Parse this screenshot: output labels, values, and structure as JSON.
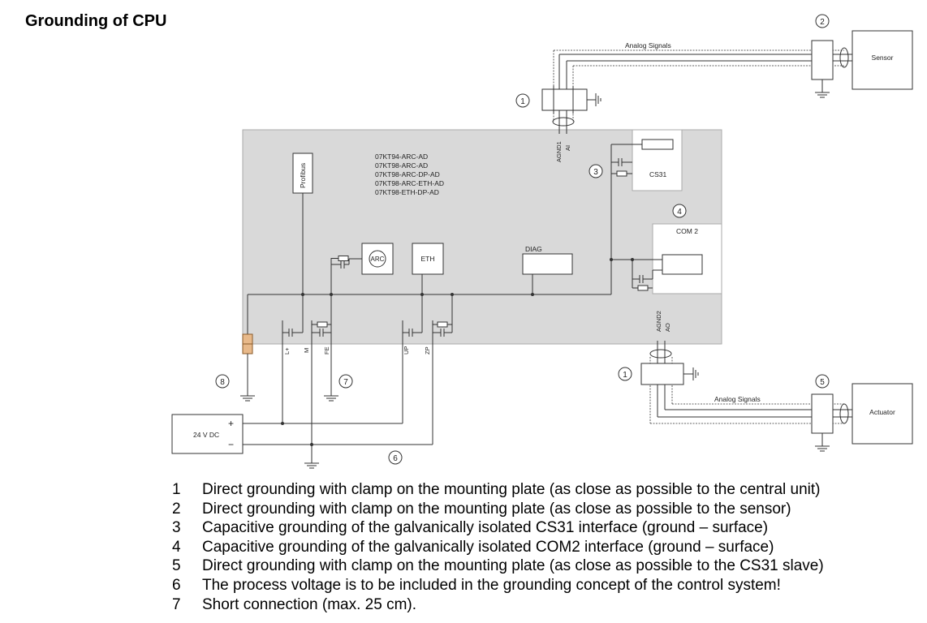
{
  "title": "Grounding of CPU",
  "diagram": {
    "models": [
      "07KT94-ARC-AD",
      "07KT98-ARC-AD",
      "07KT98-ARC-DP-AD",
      "07KT98-ARC-ETH-AD",
      "07KT98-ETH-DP-AD"
    ],
    "blocks": {
      "profibus": "Profibus",
      "arc": "ARC",
      "eth": "ETH",
      "diag": "DIAG",
      "cs31": "CS31",
      "com2": "COM 2",
      "sensor": "Sensor",
      "actuator": "Actuator",
      "psu": "24 V DC",
      "psu_plus": "+",
      "psu_minus": "−"
    },
    "signals": {
      "top": "Analog Signals",
      "bottom": "Analog Signals"
    },
    "pins": {
      "agnd1": "AGND1",
      "ai": "AI",
      "agnd2": "AGND2",
      "ao": "AO",
      "lplus": "L+",
      "m": "M",
      "fe": "FE",
      "up": "UP",
      "zp": "ZP"
    },
    "callouts": [
      "1",
      "2",
      "3",
      "4",
      "1",
      "5",
      "6",
      "7",
      "8"
    ]
  },
  "legend": [
    {
      "num": "1",
      "text": "Direct grounding with clamp on the mounting plate (as close as possible to the central unit)"
    },
    {
      "num": "2",
      "text": "Direct grounding with clamp on the mounting plate (as close as possible to the sensor)"
    },
    {
      "num": "3",
      "text": "Capacitive grounding of the galvanically isolated CS31 interface (ground – surface)"
    },
    {
      "num": "4",
      "text": "Capacitive grounding of the galvanically isolated COM2 interface (ground – surface)"
    },
    {
      "num": "5",
      "text": "Direct grounding with clamp on the mounting plate (as close as possible to the CS31 slave)"
    },
    {
      "num": "6",
      "text": "The process voltage is to be included in the grounding concept of the control system!"
    },
    {
      "num": "7",
      "text": "Short connection (max. 25 cm)."
    }
  ]
}
